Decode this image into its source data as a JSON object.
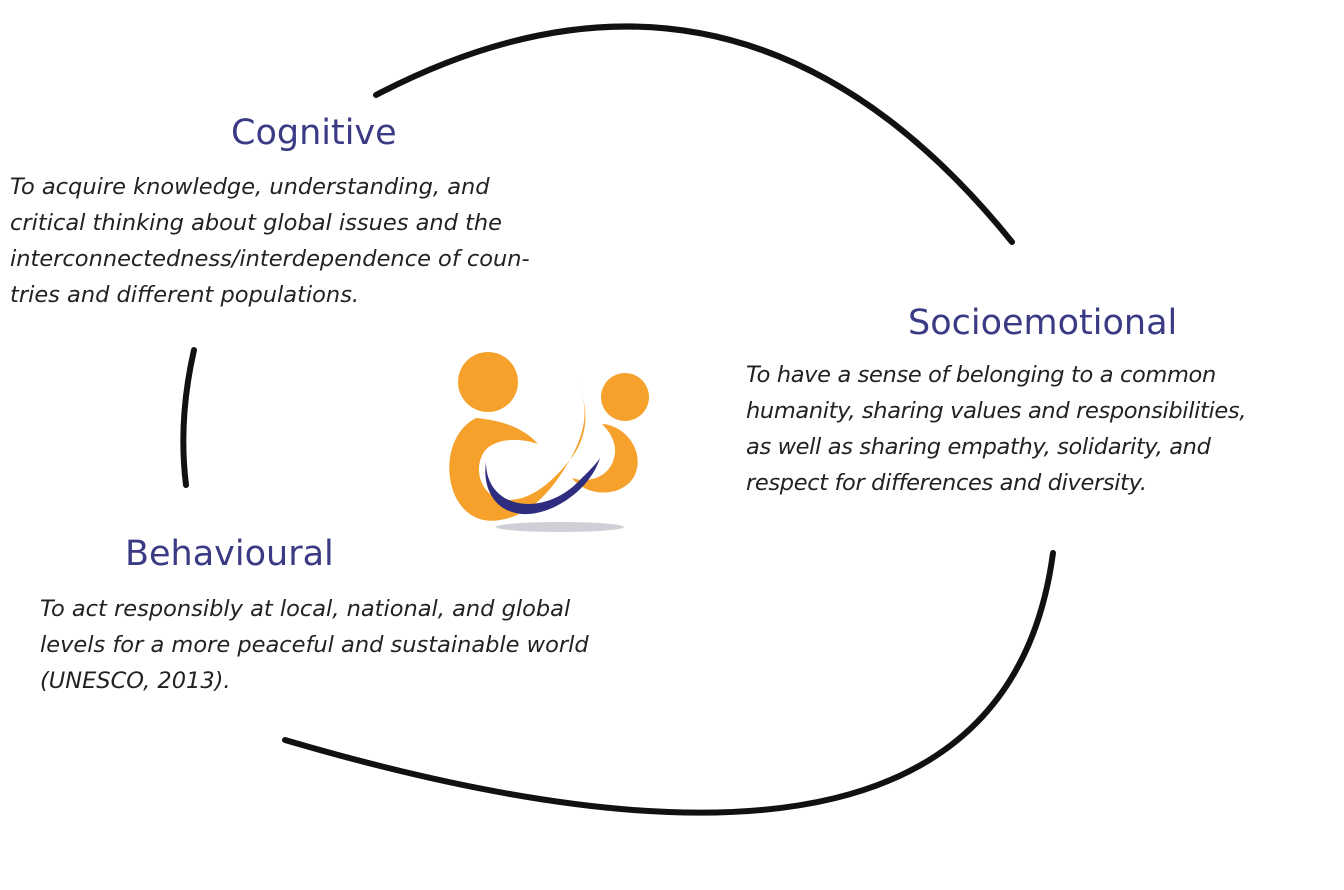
{
  "diagram": {
    "colors": {
      "heading": "#3b3a84",
      "text": "#222222",
      "arc": "#111111",
      "logo_orange": "#f5a12b",
      "logo_navy": "#2e2d7f",
      "logo_shadow": "#cfcfd6"
    },
    "domains": [
      {
        "title": "Cognitive",
        "description": "To acquire knowledge, understanding, and\ncritical thinking about global issues and the\ninterconnectedness/interdependence of coun-\ntries and different populations."
      },
      {
        "title": "Socioemotional",
        "description": "To have a sense of belonging to a common\nhumanity, sharing values and responsibilities,\nas well as sharing empathy, solidarity, and\nrespect for differences and diversity."
      },
      {
        "title": "Behavioural",
        "description": "To act responsibly at local, national, and global\nlevels for a more peaceful and sustainable world\n(UNESCO, 2013)."
      }
    ]
  }
}
